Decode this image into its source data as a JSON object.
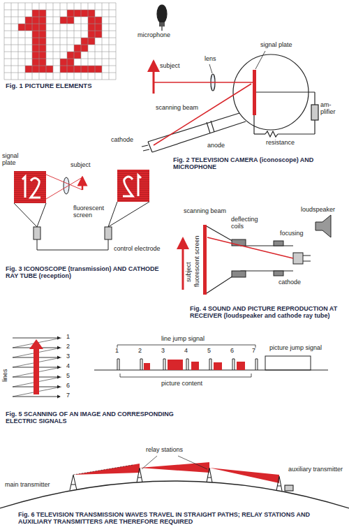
{
  "diagram": {
    "labels": [
      "Fig. 1 PICTURE ELEMENTS",
      "microphone",
      "lens",
      "subject",
      "signal plate",
      "scanning beam",
      "cathode",
      "anode",
      "resistance",
      "am-plifier",
      "Fig. 2 TELEVISION CAMERA (iconoscope) AND MICROPHONE",
      "signal plate",
      "subject",
      "fluorescent screen",
      "control electrode",
      "Fig. 3 ICONOSCOPE (transmission) AND CATHODE RAY TUBE (reception)",
      "scanning beam",
      "deflecting coils",
      "loudspeaker",
      "focusing",
      "subject",
      "fluorescent screen",
      "cathode",
      "Fig. 4 SOUND AND PICTURE REPRODUCTION AT RECEIVER (loudspeaker and cathode ray tube)",
      "lines",
      "1",
      "2",
      "3",
      "4",
      "5",
      "6",
      "7",
      "line jump signal",
      "1",
      "2",
      "3",
      "4",
      "5",
      "6",
      "7",
      "picture jump signal",
      "picture content",
      "Fig. 5 SCANNING OF AN IMAGE AND CORRESPONDING ELECTRIC SIGNALS",
      "relay stations",
      "main transmitter",
      "auxiliary transmitter",
      "Fig. 6 TELEVISION TRANSMISSION WAVES TRAVEL IN STRAIGHT PATHS; RELAY STATIONS AND AUXILIARY TRANSMITTERS ARE THEREFORE REQUIRED"
    ]
  }
}
